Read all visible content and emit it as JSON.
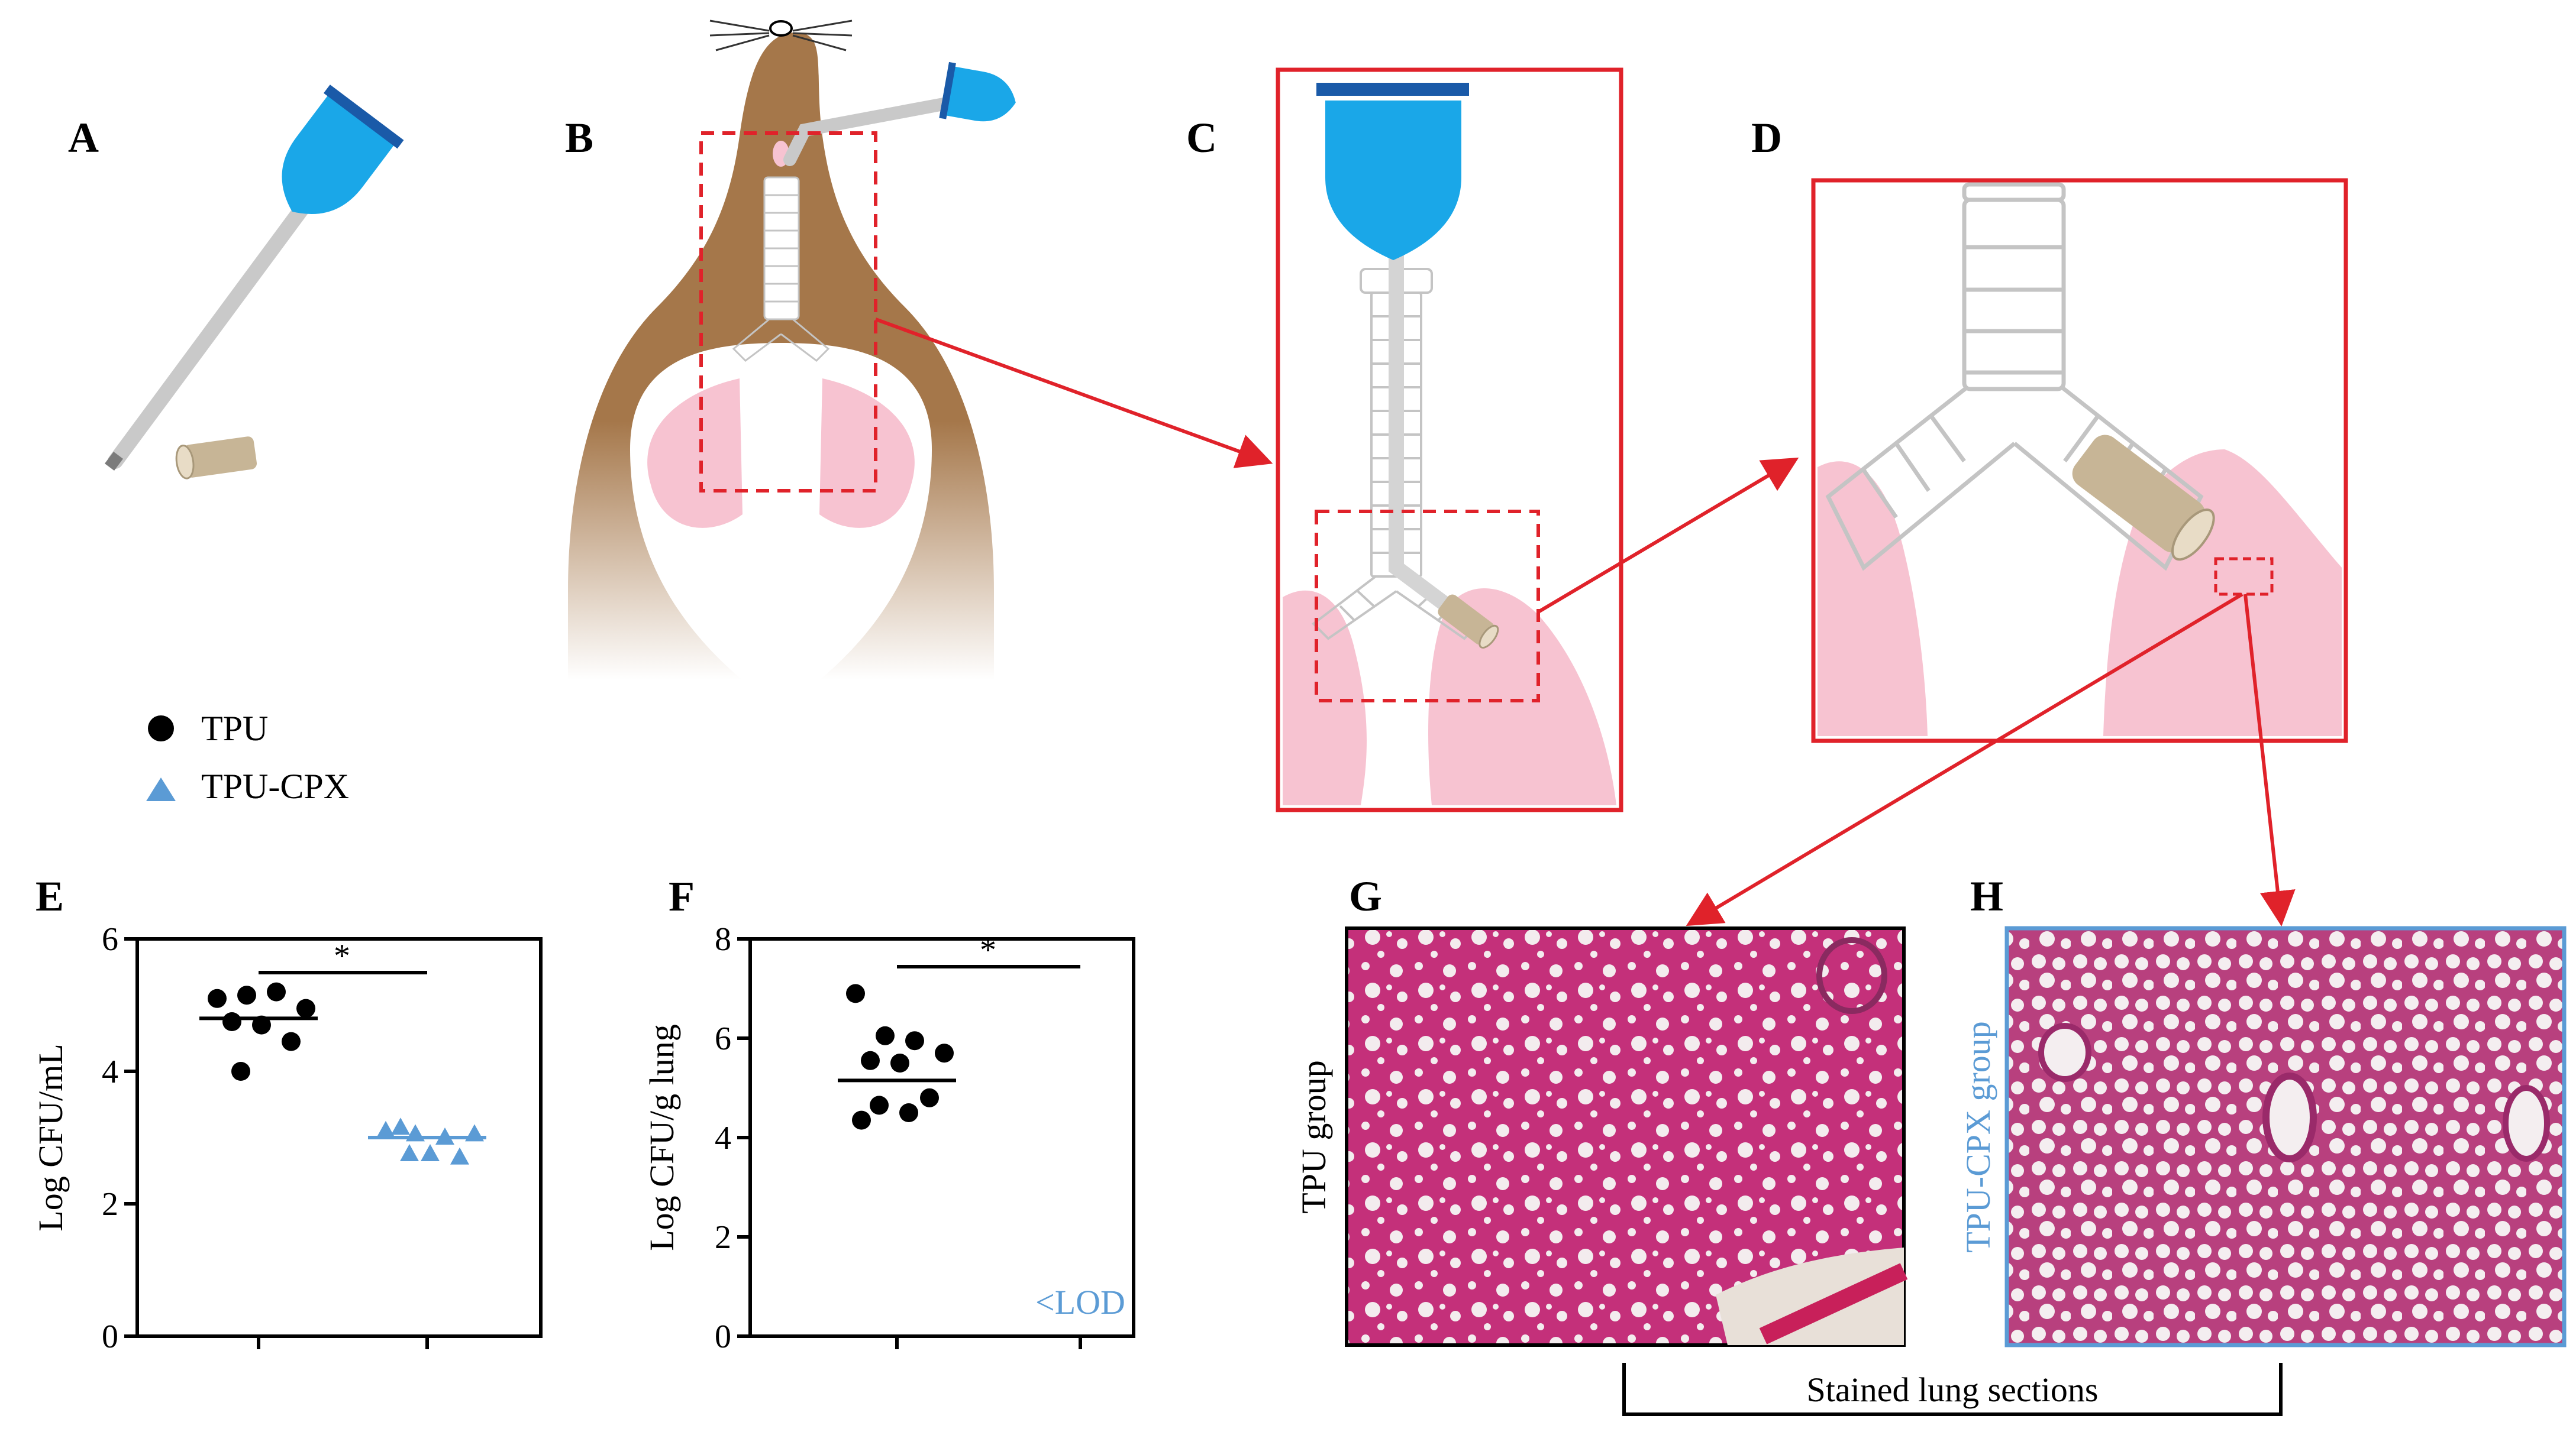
{
  "panel_labels": {
    "a": "A",
    "b": "B",
    "c": "C",
    "d": "D",
    "e": "E",
    "f": "F",
    "g": "G",
    "h": "H"
  },
  "legend": {
    "tpu": "TPU",
    "tpu_cpx": "TPU-CPX",
    "tpu_color": "#000000",
    "tpu_cpx_color": "#5b9bd5"
  },
  "histology": {
    "tpu_label": "TPU group",
    "tpu_cpx_label": "TPU-CPX group",
    "bracket_label": "Stained lung  sections"
  },
  "colors": {
    "highlight_red": "#e0222a",
    "device_blue": "#1aa7e8",
    "mouse_brown": "#a5774a",
    "lung_pink": "#f7c3d1",
    "tissue_pink": "#c8327a"
  },
  "chart_data": [
    {
      "type": "scatter",
      "panel": "E",
      "ylabel": "Log CFU/mL",
      "xlabel": "",
      "ylim": [
        0,
        6
      ],
      "yticks": [
        "0",
        "2",
        "4",
        "6"
      ],
      "significance": "*",
      "series": [
        {
          "name": "TPU",
          "marker": "circle",
          "color": "#000000",
          "mean": 4.8,
          "values": [
            5.1,
            5.15,
            5.2,
            4.95,
            4.75,
            4.7,
            4.45,
            4.0
          ]
        },
        {
          "name": "TPU-CPX",
          "marker": "triangle",
          "color": "#5b9bd5",
          "mean": 3.0,
          "values": [
            3.1,
            3.05,
            3.0,
            3.05,
            3.15,
            2.75,
            2.7,
            2.75
          ]
        }
      ]
    },
    {
      "type": "scatter",
      "panel": "F",
      "ylabel": "Log CFU/g lung",
      "xlabel": "",
      "ylim": [
        0,
        8
      ],
      "yticks": [
        "0",
        "2",
        "4",
        "6",
        "8"
      ],
      "significance": "*",
      "annotation": "<LOD",
      "series": [
        {
          "name": "TPU",
          "marker": "circle",
          "color": "#000000",
          "mean": 5.15,
          "values": [
            6.9,
            6.05,
            5.95,
            5.7,
            5.55,
            5.5,
            4.8,
            4.65,
            4.5,
            4.35
          ]
        }
      ]
    }
  ]
}
